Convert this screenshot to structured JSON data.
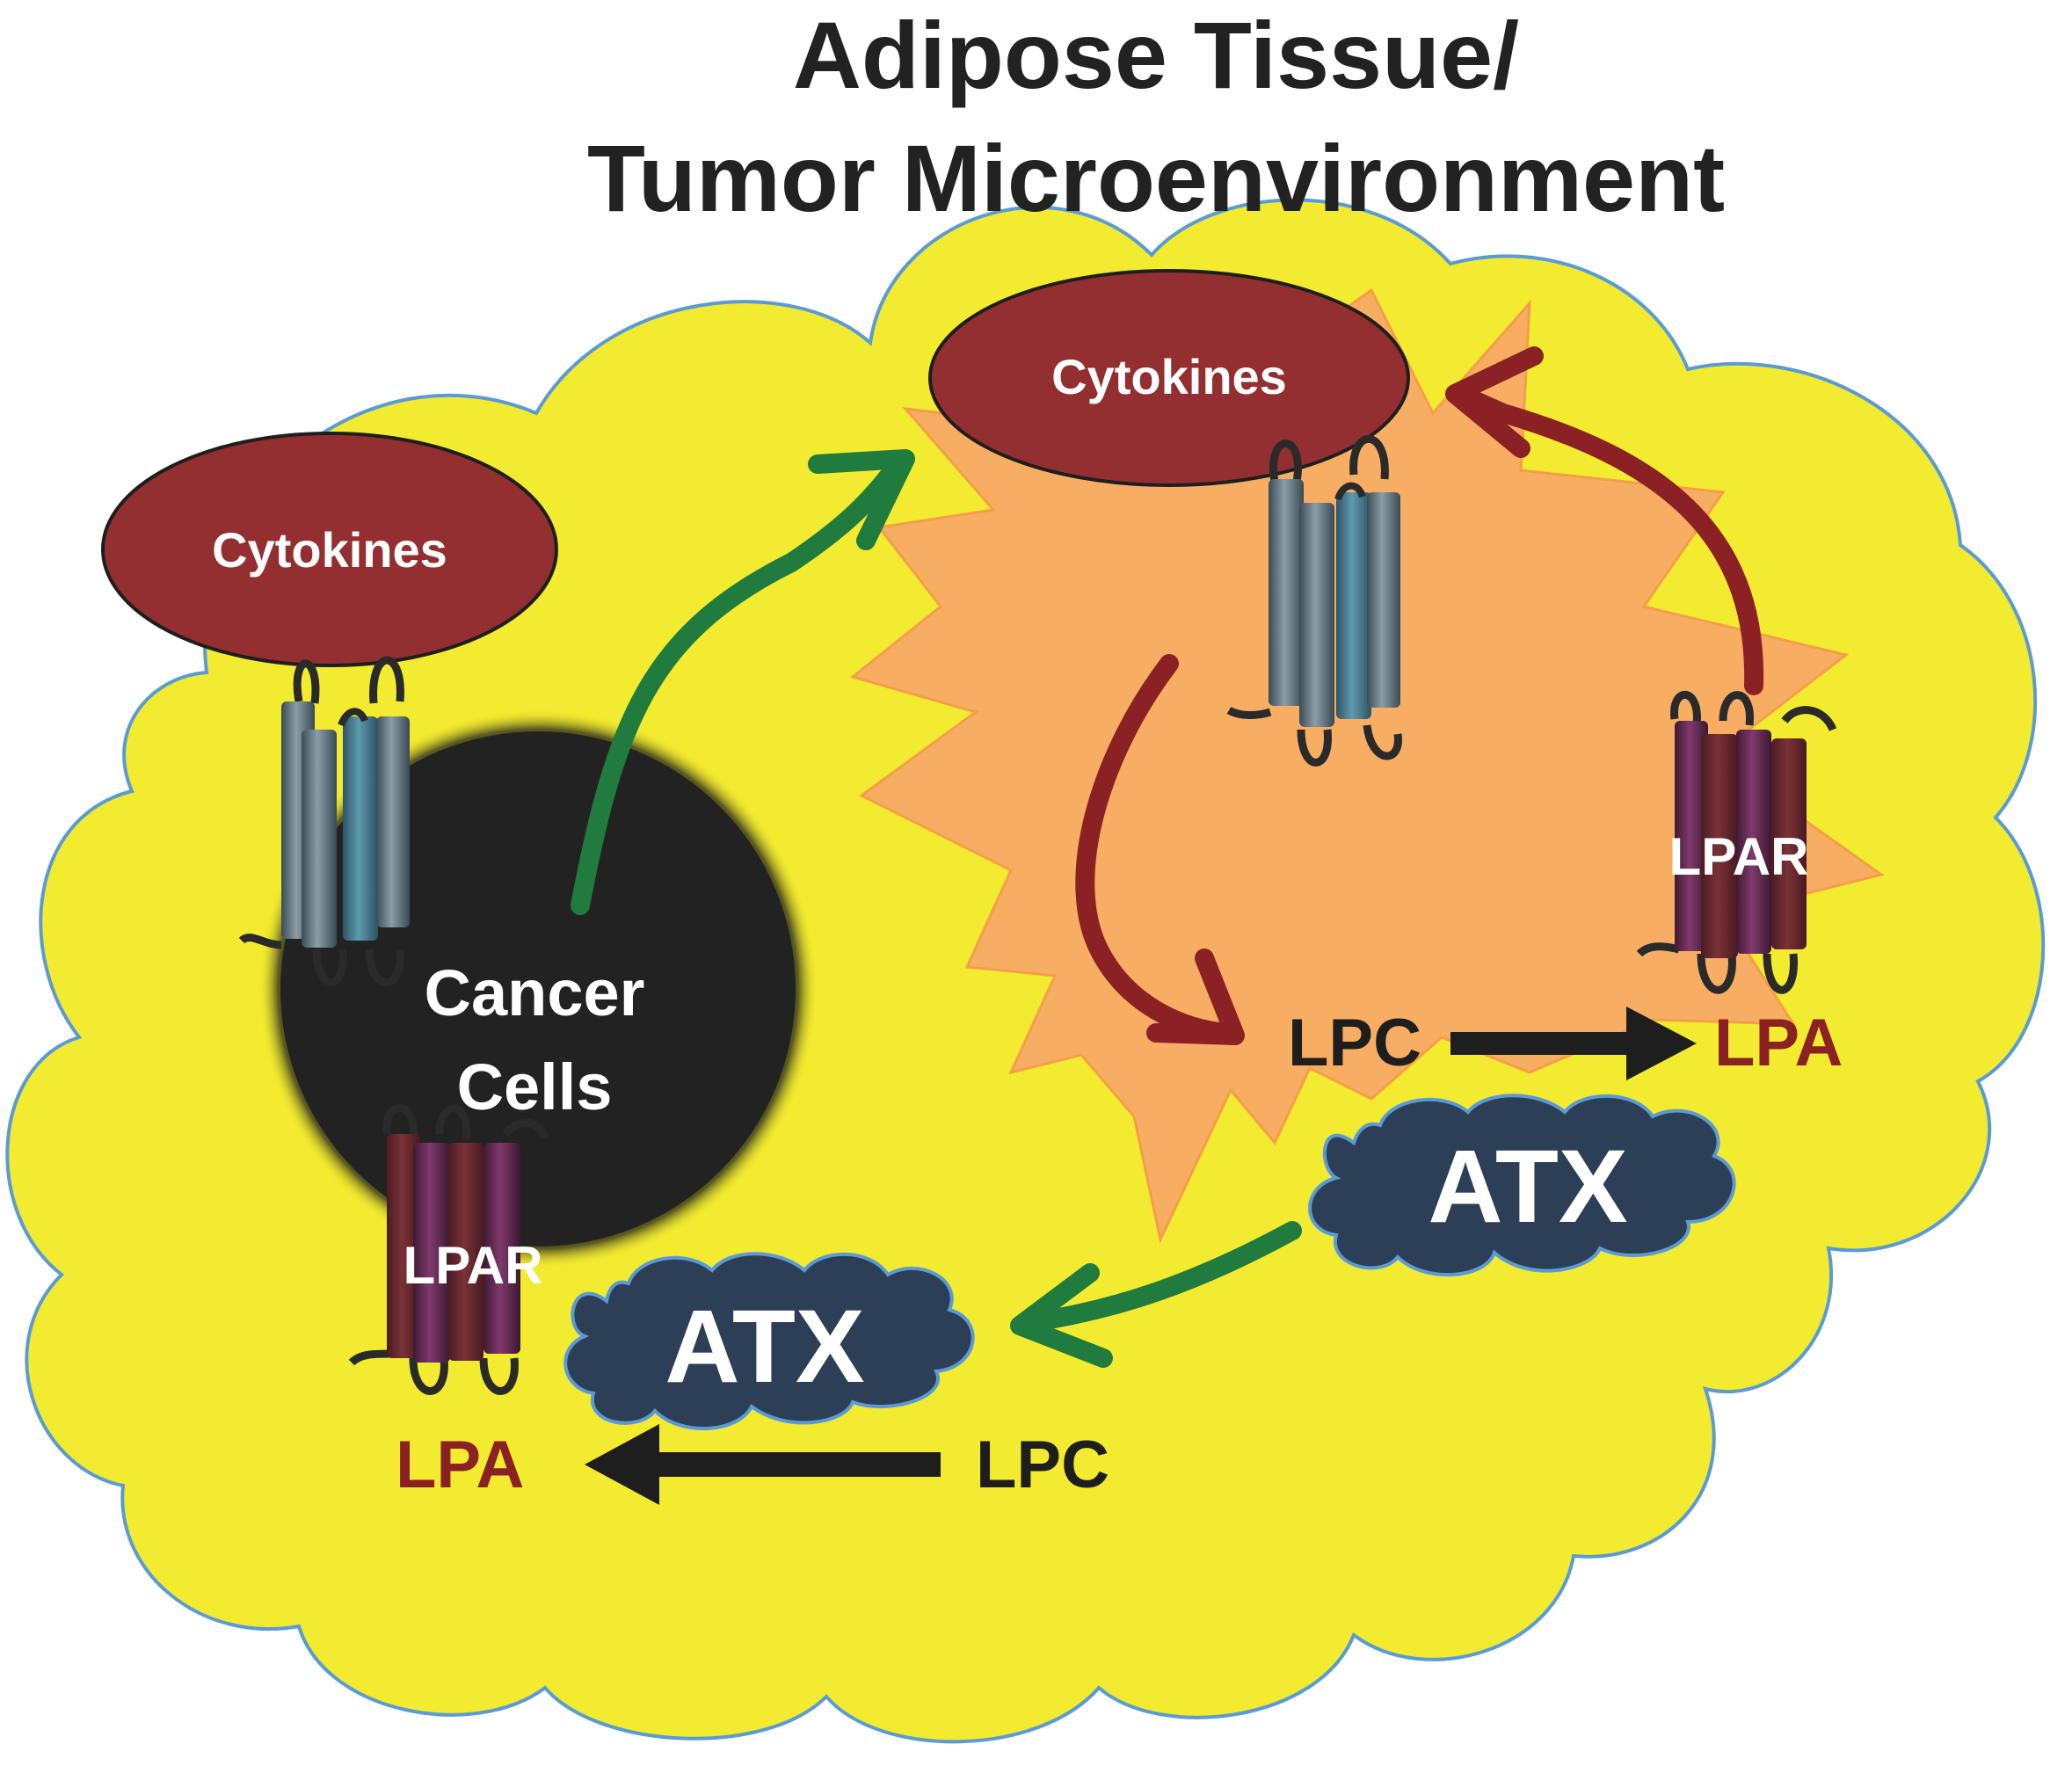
{
  "title": {
    "line1": "Adipose Tissue/",
    "line2": "Tumor Microenvironment"
  },
  "nodes": {
    "cytokines_left": "Cytokines",
    "cytokines_top": "Cytokines",
    "cancer_line1": "Cancer",
    "cancer_line2": "Cells",
    "lpar_left": "LPAR",
    "lpar_right": "LPAR",
    "atx_left": "ATX",
    "atx_right": "ATX",
    "lpc_right": "LPC",
    "lpa_right": "LPA",
    "lpc_bottom": "LPC",
    "lpa_bottom": "LPA"
  },
  "colors": {
    "background_cloud": "#f3eb2f",
    "cloud_outline": "#5b9bd5",
    "burst": "#f7ae63",
    "cytokines": "#932f30",
    "atx": "#2d3e57",
    "cancer_cell": "#222222",
    "lpa_text": "#8b2124",
    "green_arrow": "#207b3f",
    "red_arrow": "#8b2124",
    "black_arrow": "#1e1e1e",
    "receptor_gray": "#5d7481",
    "receptor_purple": "#6a2d5c"
  }
}
